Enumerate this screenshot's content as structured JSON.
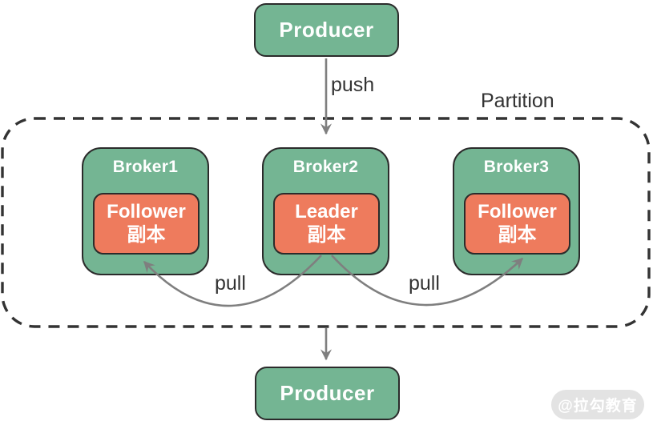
{
  "diagram": {
    "top_producer": {
      "label": "Producer"
    },
    "bottom_producer": {
      "label": "Producer"
    },
    "partition": {
      "label": "Partition"
    },
    "edges": {
      "push": "push",
      "pull_left": "pull",
      "pull_right": "pull"
    },
    "brokers": [
      {
        "name": "Broker1",
        "role": "Follower",
        "replica_suffix": "副本"
      },
      {
        "name": "Broker2",
        "role": "Leader",
        "replica_suffix": "副本"
      },
      {
        "name": "Broker3",
        "role": "Follower",
        "replica_suffix": "副本"
      }
    ],
    "watermark": {
      "label": "@拉勾教育"
    },
    "colors": {
      "node_green": "#74b593",
      "replica_orange": "#ee7b5d",
      "border_dark": "#2b2b2b",
      "arrow_gray": "#7f7f7f",
      "dash_dark": "#333333",
      "label_text": "#333333",
      "watermark_bg": "#e3e3e3"
    }
  }
}
